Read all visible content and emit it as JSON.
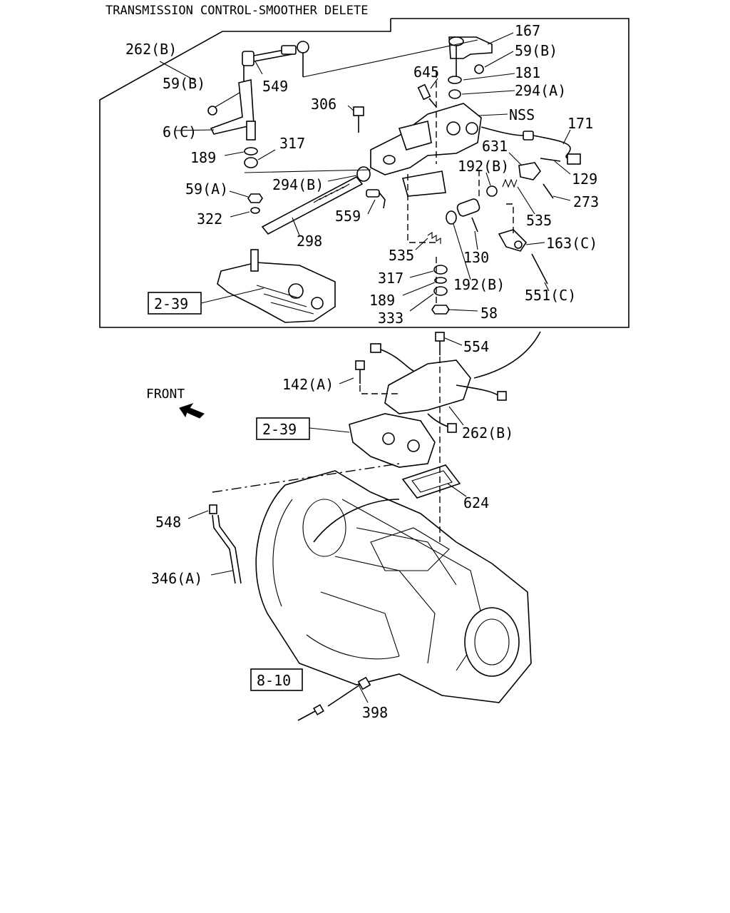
{
  "title": "TRANSMISSION CONTROL-SMOOTHER DELETE",
  "front_label": "FRONT",
  "section_refs": [
    "2-39",
    "2-39",
    "8-10"
  ],
  "callouts": [
    "262(B)",
    "549",
    "167",
    "59(B)",
    "645",
    "181",
    "294(A)",
    "59(B)",
    "306",
    "NSS",
    "171",
    "6(C)",
    "189",
    "317",
    "631",
    "129",
    "192(B)",
    "294(B)",
    "273",
    "59(A)",
    "559",
    "535",
    "322",
    "298",
    "163(C)",
    "535",
    "130",
    "317",
    "192(B)",
    "189",
    "551(C)",
    "333",
    "58",
    "554",
    "142(A)",
    "262(B)",
    "624",
    "548",
    "346(A)",
    "398"
  ]
}
